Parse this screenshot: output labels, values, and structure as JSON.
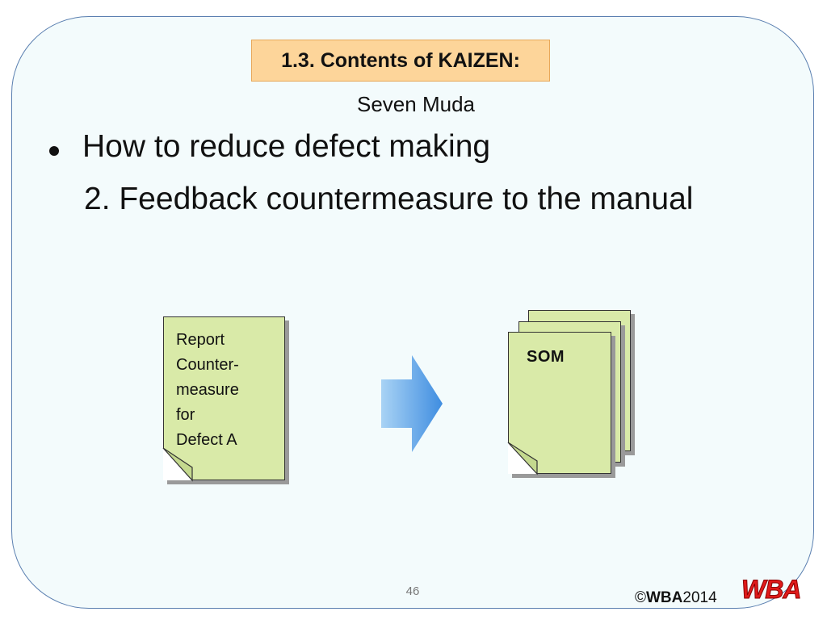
{
  "slide": {
    "title": "1.3. Contents of KAIZEN:",
    "subtitle": "Seven Muda",
    "bullet": "How to reduce defect making",
    "sub_point": "2. Feedback countermeasure to the manual"
  },
  "diagram": {
    "report_lines": [
      "Report",
      "Counter-",
      "measure",
      "for",
      "Defect A"
    ],
    "som_label": "SOM",
    "arrow_icon": "right-arrow-icon",
    "colors": {
      "document_fill": "#d9eaa8",
      "arrow_light": "#a9d3f5",
      "arrow_dark": "#3f8de0"
    }
  },
  "footer": {
    "page_number": "46",
    "copyright_symbol": "©",
    "copyright_org": "WBA",
    "copyright_year": "2014",
    "logo_text": "WBA"
  },
  "colors": {
    "title_box": "#fdd59a",
    "frame_border": "#5a7fb0",
    "logo_red": "#e01a1a"
  }
}
